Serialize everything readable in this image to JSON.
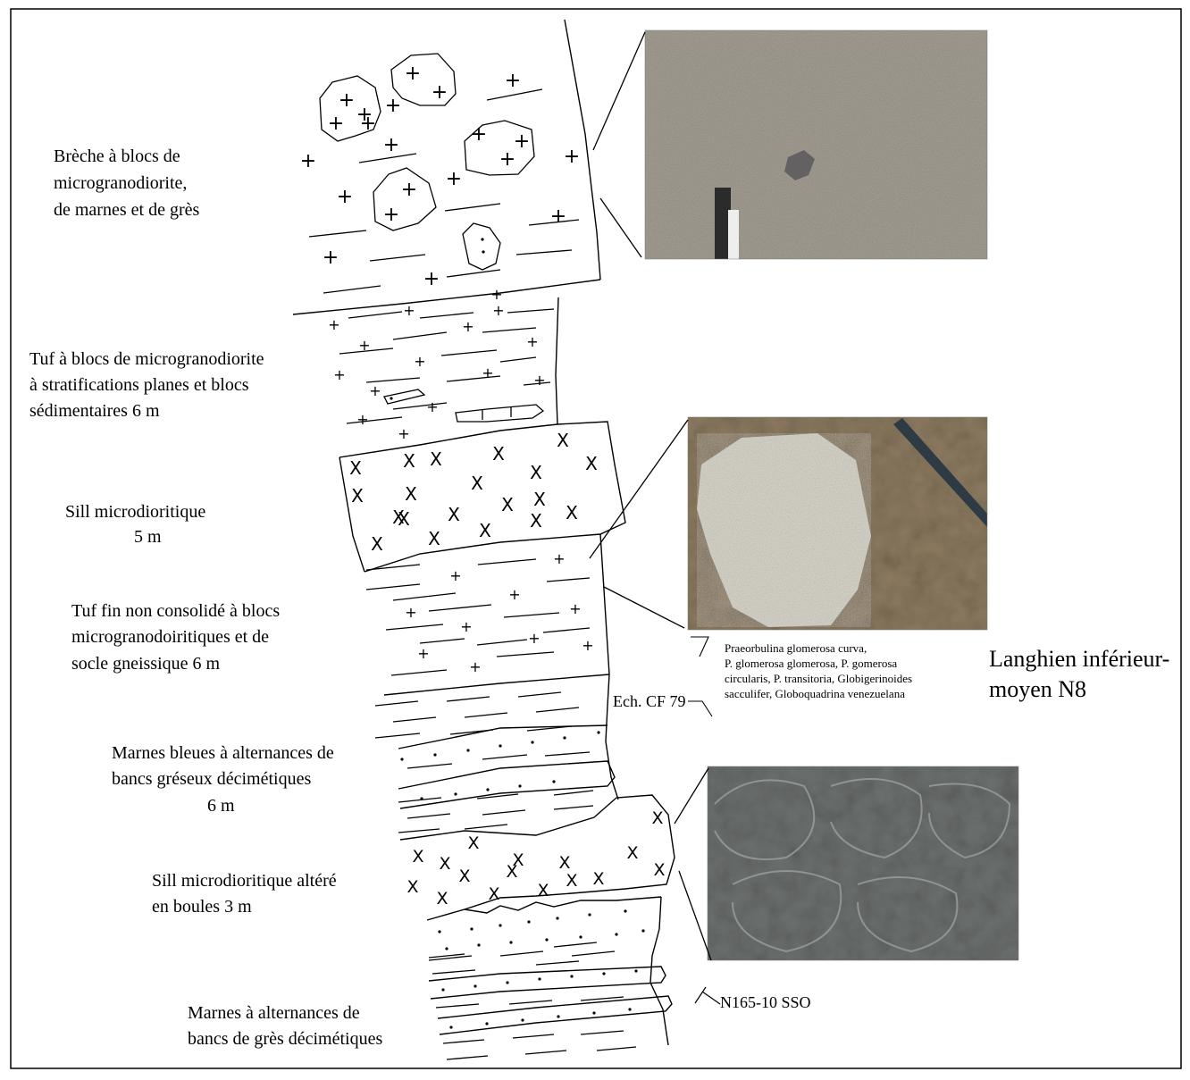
{
  "units": [
    {
      "id": "breche",
      "lines": [
        "Brèche à blocs de",
        "microgranodiorite,",
        "de marnes et de grès"
      ]
    },
    {
      "id": "tuf-blocs",
      "lines": [
        "Tuf  à blocs de microgranodiorite",
        "à stratifications planes et blocs",
        "sédimentaires 6 m"
      ]
    },
    {
      "id": "sill",
      "lines": [
        "Sill microdioritique",
        "5 m"
      ]
    },
    {
      "id": "tuf-fin",
      "lines": [
        "Tuf fin non consolidé à blocs",
        "microgranodoiritiques et de",
        "socle gneissique 6 m"
      ]
    },
    {
      "id": "marnes-bleues",
      "lines": [
        "Marnes bleues à alternances de",
        "bancs gréseux décimétiques",
        "6 m"
      ]
    },
    {
      "id": "sill-altere",
      "lines": [
        "Sill microdioritique altéré",
        "en boules 3 m"
      ]
    },
    {
      "id": "marnes",
      "lines": [
        "Marnes à alternances de",
        "bancs de grès décimétiques"
      ]
    }
  ],
  "sample_label": "Ech. CF 79",
  "fauna_lines": [
    "Praeorbulina glomerosa curva,",
    "P. glomerosa glomerosa, P. gomerosa",
    "circularis, P. transitoria, Globigerinoides",
    "sacculifer, Globoquadrina venezuelana"
  ],
  "age_lines": [
    "Langhien inférieur-",
    "moyen N8"
  ],
  "dip_label": "N165-10 SSO",
  "colors": {
    "photo_granite": "#a39d94",
    "photo_tuff": "#8f7d63",
    "photo_basalt": "#6b6f6c"
  }
}
